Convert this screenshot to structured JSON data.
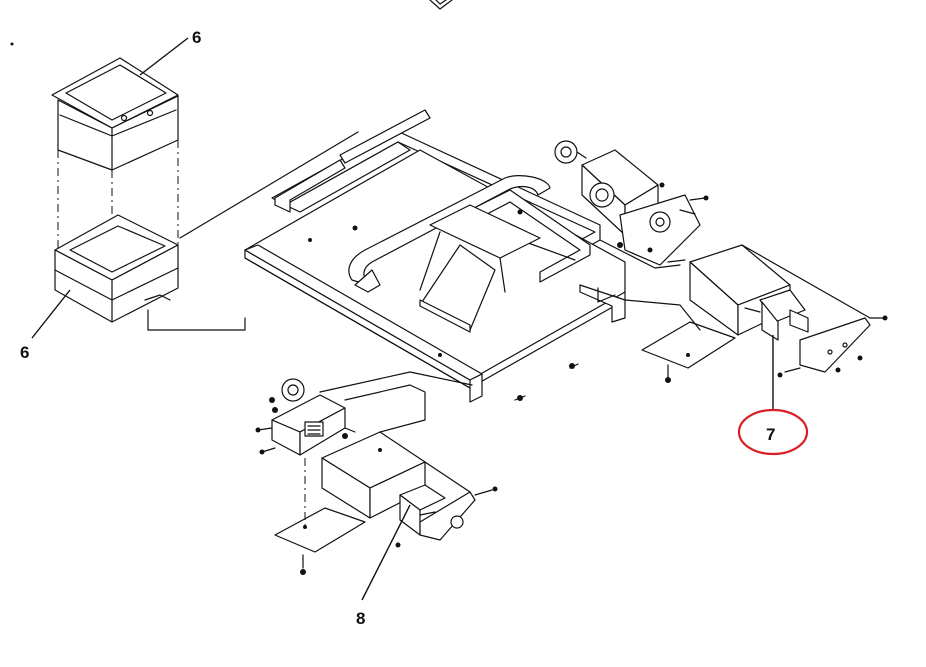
{
  "callouts": {
    "top_hopper": "6",
    "lower_hopper": "6",
    "right_motor": "7",
    "left_motor": "8"
  },
  "highlight_color": "#d81f26"
}
